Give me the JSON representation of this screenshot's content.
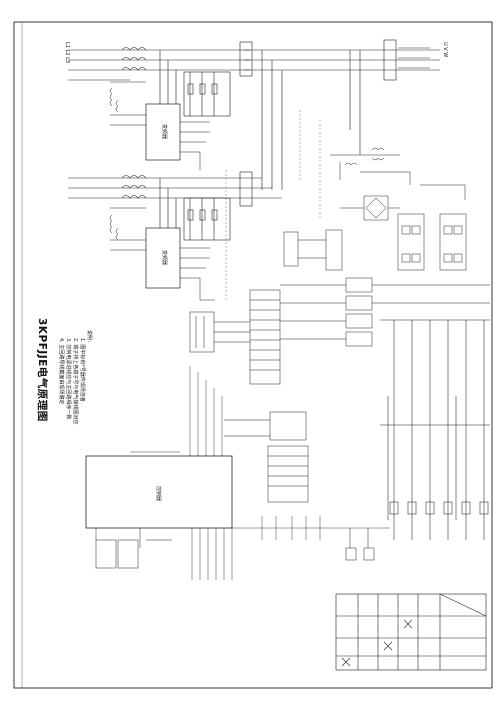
{
  "drawing": {
    "title": "3KPFJJE电气原理图",
    "notes_heading": "说明：",
    "notes": [
      "1. 图中标有*号器件现场自备",
      "2. 端子排上各端子号与电气接线图对应",
      "3. 控制电源进线应与主回路相序一致",
      "4. 主回路导线截面由现场确定"
    ],
    "labels": {
      "controller": "控制器",
      "inverter_a": "变频器",
      "inverter_b": "变频器",
      "mains_in": "L1 L2 L3",
      "motor_out": "U V W"
    }
  }
}
